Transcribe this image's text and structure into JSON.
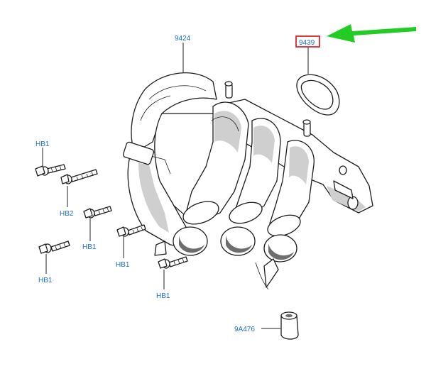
{
  "diagram": {
    "callouts": {
      "manifold": "9424",
      "gasket": "9439",
      "hb1_a": "HB1",
      "hb2": "HB2",
      "hb1_b": "HB1",
      "hb1_c": "HB1",
      "hb1_d": "HB1",
      "hb1_e": "HB1",
      "hose": "9A476"
    },
    "highlight_color": "#e0242a",
    "arrow_color": "#22cc22",
    "callout_color": "#1a6fd1"
  }
}
